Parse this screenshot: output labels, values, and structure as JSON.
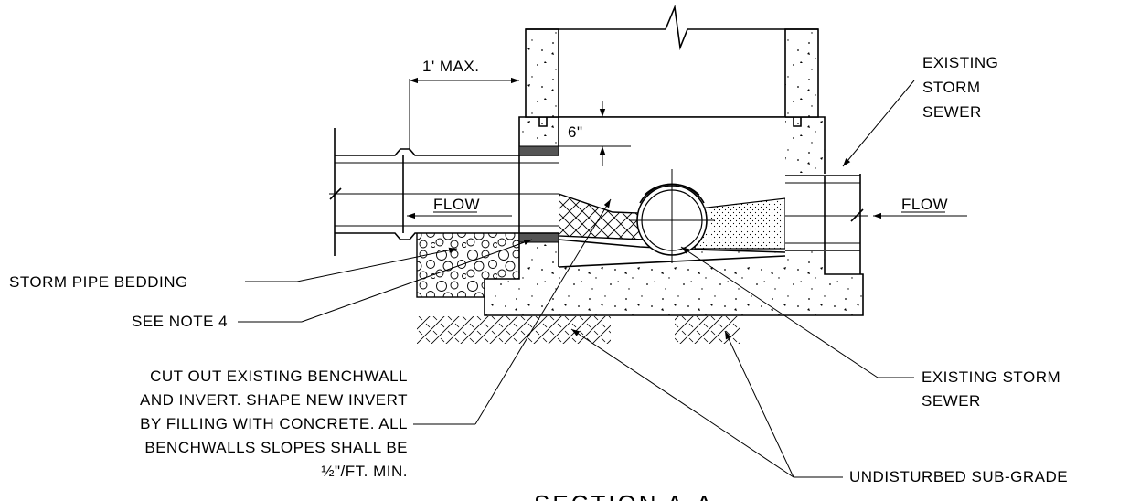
{
  "labels": {
    "dim_max": "1' MAX.",
    "dim_6in": "6\"",
    "flow_left": "FLOW",
    "flow_right": "FLOW",
    "existing_sewer_top": [
      "EXISTING",
      "STORM",
      "SEWER"
    ],
    "storm_pipe_bedding": "STORM PIPE BEDDING",
    "see_note_4": "SEE NOTE 4",
    "cut_out_note": [
      "CUT OUT EXISTING BENCHWALL",
      "AND INVERT. SHAPE NEW INVERT",
      "BY FILLING WITH CONCRETE. ALL",
      "BENCHWALLS SLOPES SHALL BE",
      "½\"/FT. MIN."
    ],
    "existing_sewer_bottom": [
      "EXISTING STORM",
      "SEWER"
    ],
    "undisturbed": "UNDISTURBED SUB-GRADE",
    "section_title": "SECTION A-A"
  }
}
